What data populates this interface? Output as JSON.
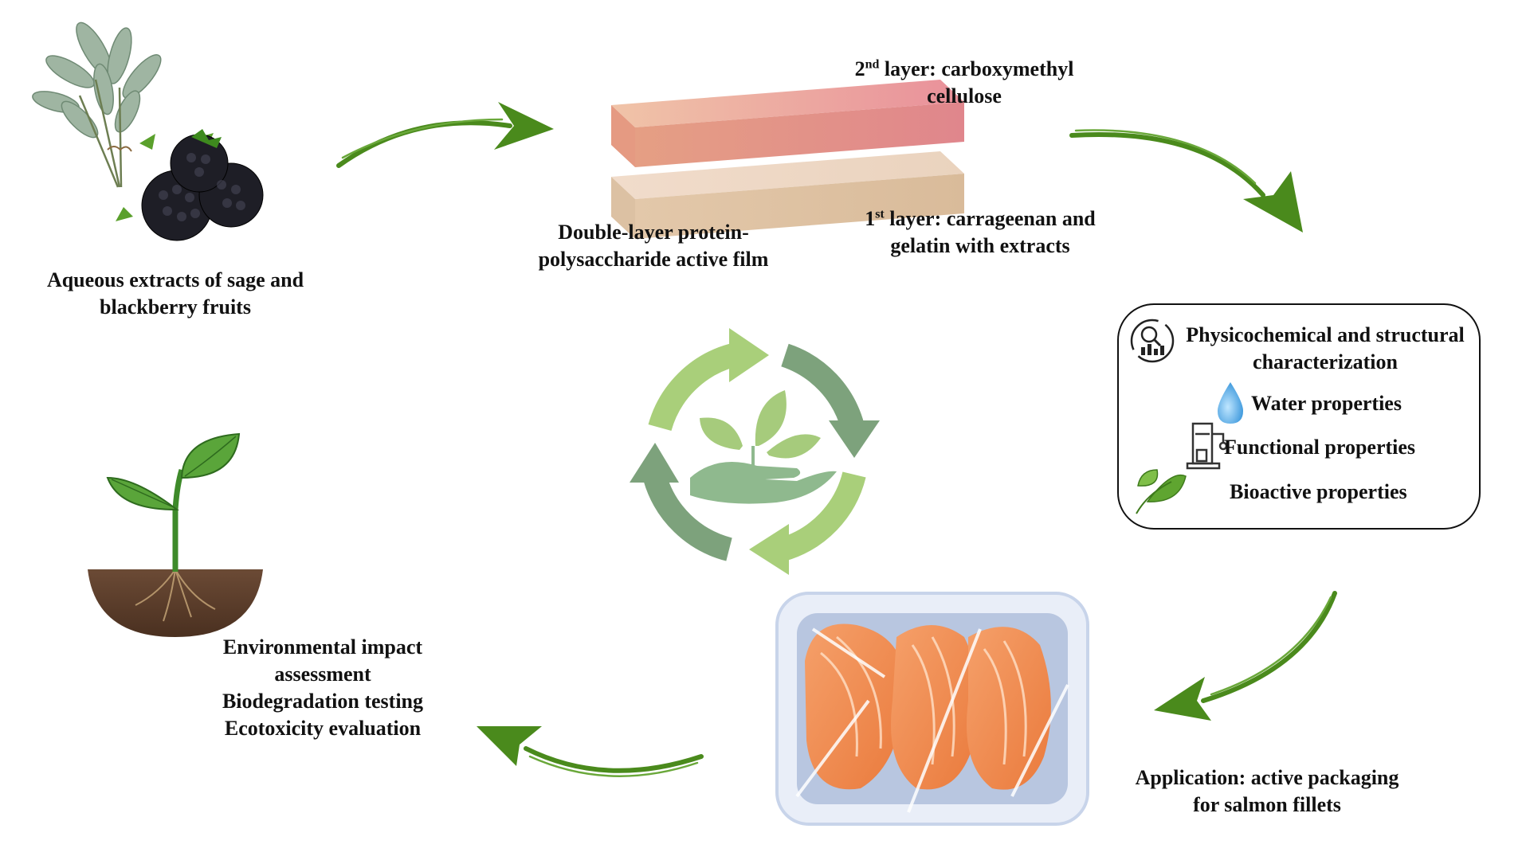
{
  "labels": {
    "extracts_line1": "Aqueous extracts of sage and",
    "extracts_line2": "blackberry fruits",
    "film_line1": "Double-layer protein-",
    "film_line2": "polysaccharide active film",
    "layer2_ordinal": "2",
    "layer2_sup": "nd",
    "layer2_text1": " layer: carboxymethyl",
    "layer2_text2": "cellulose",
    "layer1_ordinal": "1",
    "layer1_sup": "st",
    "layer1_text1": " layer: carrageenan and",
    "layer1_text2": "gelatin with extracts",
    "app_line1": "Application: active packaging",
    "app_line2": "for salmon fillets",
    "env_line1": "Environmental impact",
    "env_line2": "assessment",
    "env_line3": "Biodegradation testing",
    "env_line4": "Ecotoxicity evaluation"
  },
  "properties": {
    "physico_line1": "Physicochemical and structural",
    "physico_line2": "characterization",
    "water": "Water properties",
    "functional": "Functional properties",
    "bioactive": "Bioactive properties"
  },
  "icons": {
    "sage": "sage-bundle-icon",
    "blackberry": "blackberry-icon",
    "seedling": "seedling-icon",
    "recycle": "recycle-cycle-icon",
    "hand_leaves": "hand-leaves-icon",
    "analytics": "analytics-icon",
    "water_drop": "water-drop-icon",
    "microscope": "microscope-icon",
    "leaf": "leaf-icon",
    "salmon_package": "salmon-package-icon",
    "flow_arrow": "green-arrow-icon"
  },
  "colors": {
    "arrow_green": "#4a8a1c",
    "cycle_light": "#a9cf7a",
    "cycle_dark": "#7da27c",
    "layer2_top": "#e89a9c",
    "layer1": "#e6cdb1",
    "salmon": "#f08a4b",
    "tray": "#b8c6e0"
  }
}
